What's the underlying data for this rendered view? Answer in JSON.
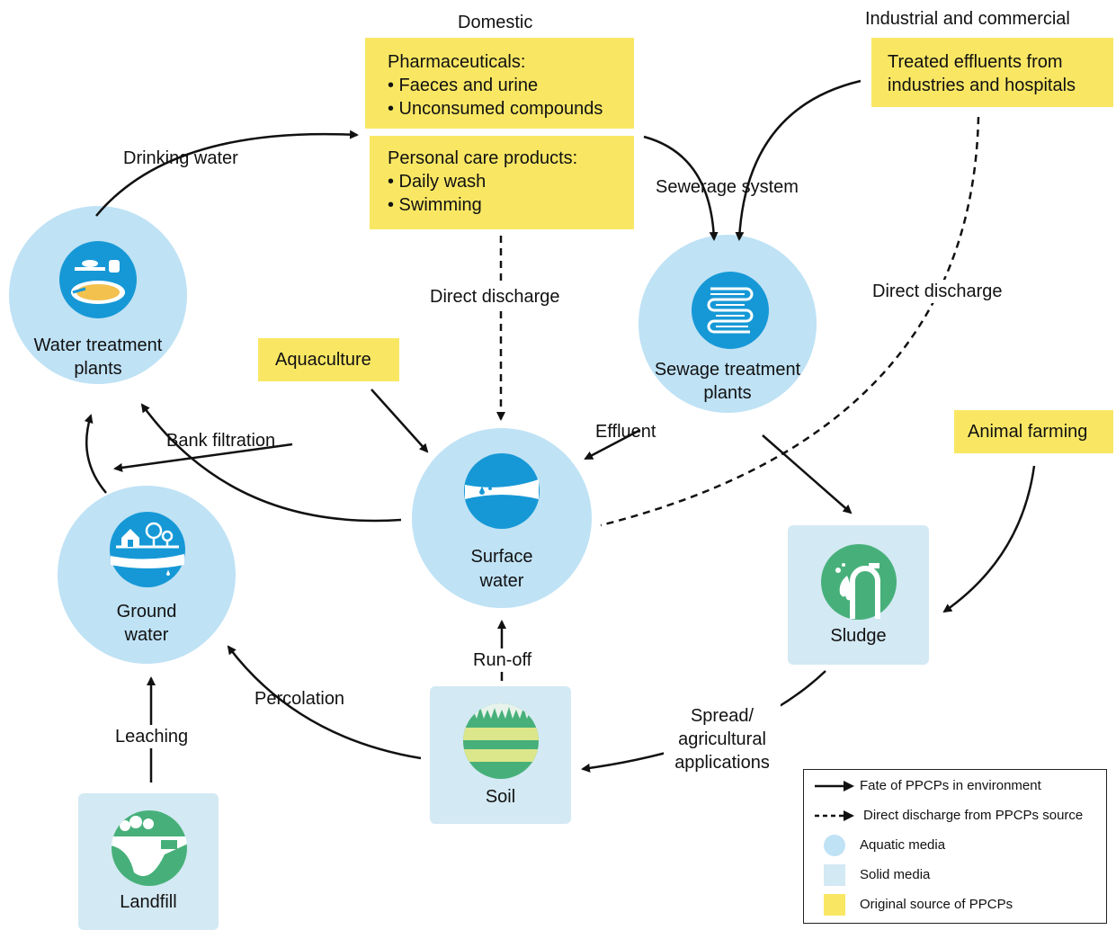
{
  "headers": {
    "domestic": "Domestic",
    "industrial": "Industrial and commercial"
  },
  "sources": {
    "pharma": {
      "title": "Pharmaceuticals:",
      "items": [
        "• Faeces and urine",
        "• Unconsumed compounds"
      ]
    },
    "pcp": {
      "title": "Personal care products:",
      "items": [
        "• Daily wash",
        "• Swimming"
      ]
    },
    "effluents": {
      "line1": "Treated effluents from",
      "line2": "industries and hospitals"
    },
    "aquaculture": "Aquaculture",
    "animal_farming": "Animal farming"
  },
  "nodes": {
    "water_treatment": [
      "Water treatment",
      "plants"
    ],
    "sewage_treatment": [
      "Sewage treatment",
      "plants"
    ],
    "surface_water": [
      "Surface",
      "water"
    ],
    "ground_water": [
      "Ground",
      "water"
    ],
    "sludge": "Sludge",
    "soil": "Soil",
    "landfill": "Landfill"
  },
  "flows": {
    "drinking_water": "Drinking water",
    "sewerage_system": "Sewerage system",
    "direct_discharge_domestic": "Direct discharge",
    "direct_discharge_industrial": "Direct discharge",
    "effluent": "Effluent",
    "bank_filtration": "Bank filtration",
    "run_off": "Run-off",
    "percolation": "Percolation",
    "leaching": "Leaching",
    "spread": [
      "Spread/",
      "agricultural",
      "applications"
    ]
  },
  "legend": {
    "items": [
      {
        "icon": "solid-arrow",
        "label": "Fate of PPCPs in environment"
      },
      {
        "icon": "dashed-arrow",
        "label": "Direct discharge from PPCPs source"
      },
      {
        "icon": "aquatic-circle",
        "label": "Aquatic media"
      },
      {
        "icon": "solid-square",
        "label": "Solid media"
      },
      {
        "icon": "source-square",
        "label": "Original source of PPCPs"
      }
    ]
  },
  "colors": {
    "source_yellow": "#f9e764",
    "aquatic_blue": "#bfe2f5",
    "solid_blue": "#d3e9f3",
    "icon_blue": "#1698d6",
    "icon_green": "#47b07a"
  }
}
